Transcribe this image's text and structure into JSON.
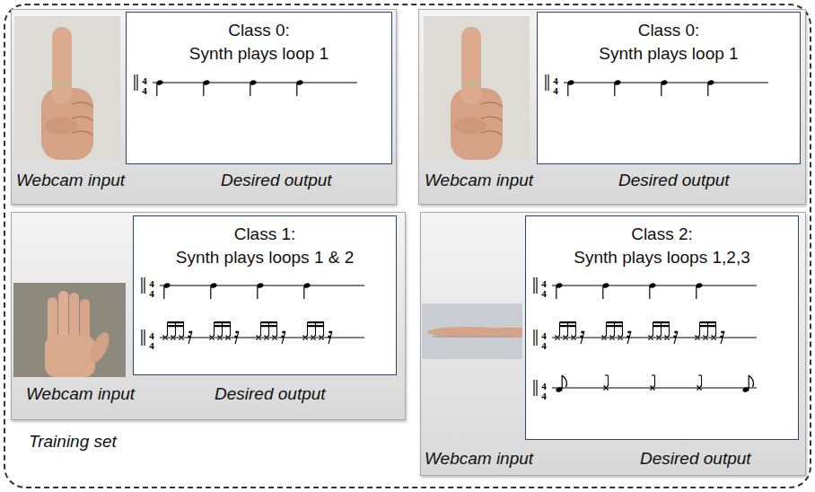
{
  "diagram": {
    "nodes": [
      {
        "text": [
          "Training set"
        ]
      },
      {
        "text": [
          "Webcam input",
          "Desired output"
        ],
        "in": 0
      },
      {
        "text": [
          "Class 0:",
          "Synth plays loop 1"
        ],
        "in": 1
      },
      {
        "text": [
          "Webcam input",
          "Desired output"
        ],
        "in": 0
      },
      {
        "text": [
          "Class 0:",
          "Synth plays loop 1"
        ],
        "in": 3
      },
      {
        "text": [
          "Webcam input",
          "Desired output"
        ],
        "in": 0
      },
      {
        "text": [
          "Class 1:",
          "Synth plays loops 1 & 2"
        ],
        "in": 5
      },
      {
        "text": [
          "Webcam input",
          "Desired output"
        ],
        "in": 0
      },
      {
        "text": [
          "Class 2:",
          "Synth plays loops 1,2,3"
        ],
        "in": 7
      }
    ],
    "labels": [
      "4",
      "4",
      "4",
      "4",
      "4",
      "4",
      "4",
      "4",
      "4",
      "4",
      "4",
      "4",
      "4",
      "4"
    ]
  }
}
